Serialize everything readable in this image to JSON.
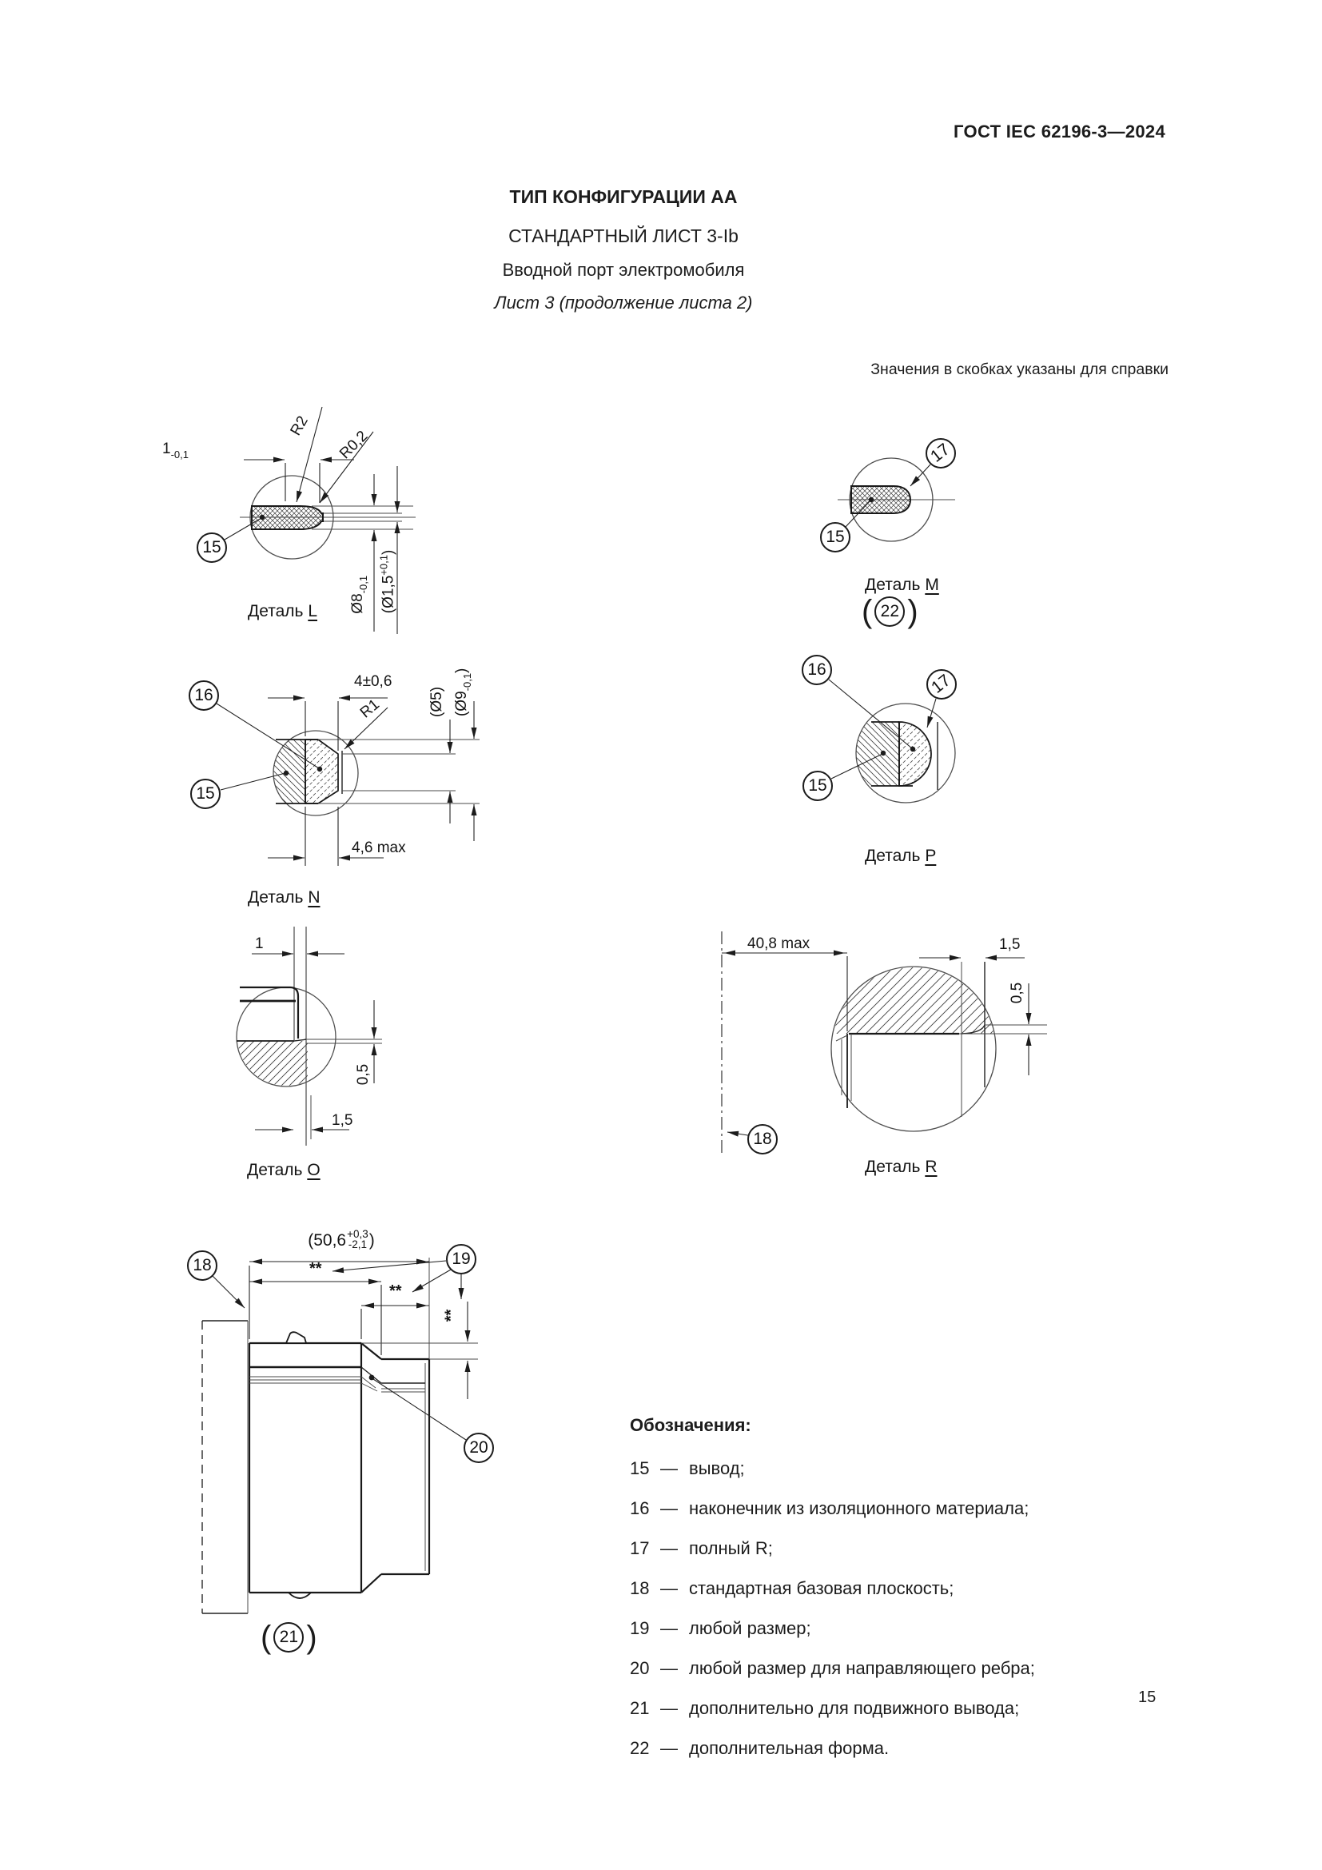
{
  "page": {
    "header": "ГОСТ IEC 62196-3—2024",
    "title_line1": "ТИП КОНФИГУРАЦИИ АА",
    "title_line2": "СТАНДАРТНЫЙ ЛИСТ 3-Ib",
    "title_line3": "Вводной порт электромобиля",
    "title_line4": "Лист 3 (продолжение листа 2)",
    "note": "Значения в скобках указаны для справки",
    "page_number": "15"
  },
  "num": {
    "15": "15",
    "16": "16",
    "17": "17",
    "18": "18",
    "19": "19",
    "20": "20",
    "21": "21",
    "22": "22"
  },
  "details": {
    "L": {
      "caption": "Деталь",
      "letter": "L",
      "dim_len": {
        "main": "1",
        "sub": "-0,1"
      },
      "r2": "R2",
      "r02": "R0,2",
      "dia8": {
        "main": "Ø8",
        "sub": "-0,1"
      },
      "dia15": {
        "pre": "(Ø1,5",
        "sup": "+0,1",
        "post": ")"
      }
    },
    "M": {
      "caption": "Деталь",
      "letter": "M"
    },
    "N": {
      "caption": "Деталь",
      "letter": "N",
      "dim4": "4±0,6",
      "r1": "R1",
      "dia5": "(Ø5)",
      "dia9": {
        "pre": "(Ø9",
        "sub": "-0,1",
        "post": ")"
      },
      "dim46": "4,6 max"
    },
    "P": {
      "caption": "Деталь",
      "letter": "P"
    },
    "O": {
      "caption": "Деталь",
      "letter": "O",
      "dim1": "1",
      "dim05": "0,5",
      "dim15": "1,5"
    },
    "R": {
      "caption": "Деталь",
      "letter": "R",
      "dim408": "40,8 max",
      "dim15": "1,5",
      "dim05": "0,5"
    },
    "ASM": {
      "dim506": {
        "pre": "(50,6",
        "sup": "+0,3",
        "sub": "-2,1",
        "post": ")"
      },
      "stars": "**"
    }
  },
  "legend": {
    "title": "Обозначения:",
    "dash": "—",
    "items": [
      {
        "num": "15",
        "text": "вывод;"
      },
      {
        "num": "16",
        "text": "наконечник из изоляционного материала;"
      },
      {
        "num": "17",
        "text": "полный R;"
      },
      {
        "num": "18",
        "text": "стандартная базовая плоскость;"
      },
      {
        "num": "19",
        "text": "любой размер;"
      },
      {
        "num": "20",
        "text": "любой размер для направляющего ребра;"
      },
      {
        "num": "21",
        "text": "дополнительно для подвижного вывода;"
      },
      {
        "num": "22",
        "text": "дополнительная форма."
      }
    ]
  }
}
